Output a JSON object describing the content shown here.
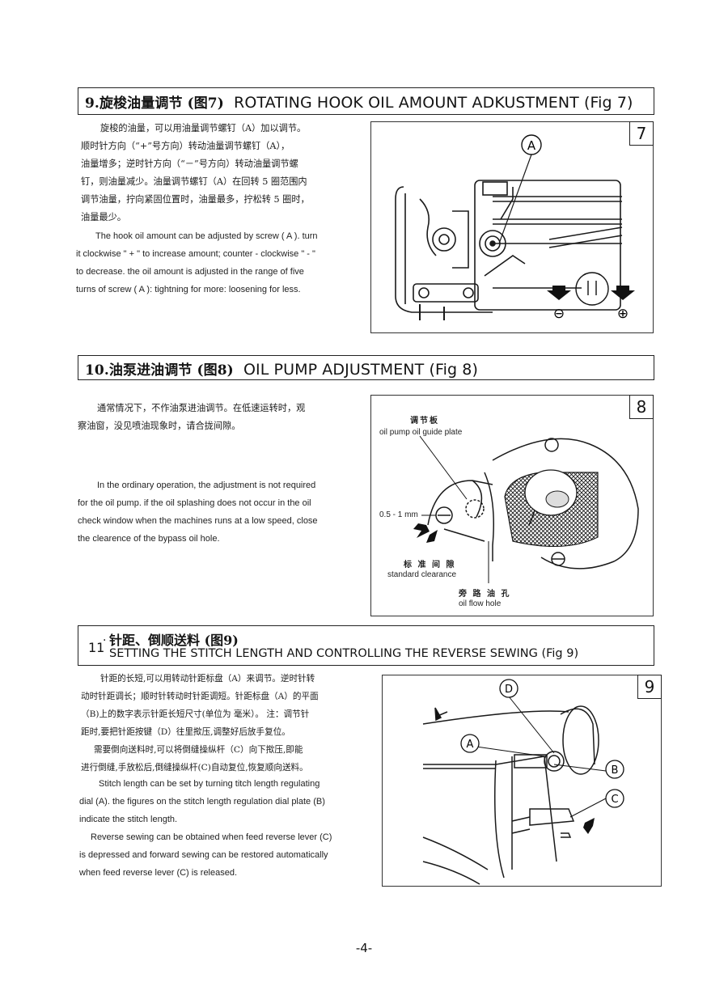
{
  "sections": [
    {
      "cn_title": "9.旋梭油量调节 (图7)",
      "en_title": "ROTATING HOOK OIL AMOUNT ADKUSTMENT (Fig 7)",
      "cn_lines": [
        "旋梭的油量，可以用油量调节螺钉（A）加以调节。",
        "顺时针方向（“+”号方向）转动油量调节螺钉（A），",
        "油量增多；逆时针方向（“－”号方向）转动油量调节螺",
        "钉，则油量减少。油量调节螺钉（A）在回转 5 圈范围内",
        "调节油量，拧向紧固位置时，油量最多，拧松转 5 圈时，",
        "油量最少。"
      ],
      "en_lines": [
        "The hook oil amount can be adjusted by screw ( A ). turn",
        "it clockwise \" + \" to increase amount; counter - clockwise \" - \"",
        "to decrease. the oil amount is adjusted in the range of five",
        "turns of screw ( A ): tightning for more: loosening for less."
      ],
      "figure": {
        "number": "7",
        "callout_a": "A",
        "minus_symbol": "⊖",
        "plus_symbol": "⊕"
      }
    },
    {
      "cn_title": "10.油泵进油调节 (图8)",
      "en_title": "OIL PUMP ADJUSTMENT (Fig 8)",
      "cn_lines": [
        "通常情况下，不作油泵进油调节。在低速运转时，观",
        "察油窗，没见喷油现象时，请合拢间隙。"
      ],
      "en_lines": [
        "In the ordinary operation, the adjustment is not required",
        "for the oil pump. if the oil splashing does not occur in the oil",
        "check window when the machines runs at a low speed, close",
        "the clearence of the bypass oil hole."
      ],
      "figure": {
        "number": "8",
        "guide_plate_cn": "调节板",
        "guide_plate_en": "oil pump oil guide plate",
        "gap_label": "0.5 - 1 mm",
        "clearance_cn": "标 准 间 隙",
        "clearance_en": "standard clearance",
        "hole_cn": "旁 路 油 孔",
        "hole_en": "oil flow hole"
      }
    },
    {
      "number": "11",
      "cn_title": "针距、倒顺送料 (图9)",
      "en_title": "SETTING THE STITCH LENGTH AND CONTROLLING THE REVERSE SEWING (Fig 9)",
      "cn_lines": [
        "针距的长短,可以用转动针距标盘（A）来调节。逆时针转",
        "动时针距调长；顺时针转动时针距调短。针距标盘（A）的平面",
        "（B)上的数字表示针距长短尺寸(单位为 毫米）。 注：调节针",
        "距时,要把针距按键（D）往里揿压,调整好后放手复位。",
        "需要倒向送料时,可以将倒缝操纵杆（C）向下揿压,即能",
        "进行倒缝,手放松后,倒缝操纵杆(C)自动复位,恢复顺向送料。"
      ],
      "en_lines": [
        "Stitch length can be set by turning titch length regulating",
        "dial (A). the figures on the stitch length regulation dial plate (B)",
        "indicate the stitch length.",
        "Reverse sewing can be obtained when feed reverse lever (C)",
        "is depressed and forward sewing can be restored automatically",
        "when feed reverse lever (C) is released."
      ],
      "figure": {
        "number": "9",
        "callout_a": "A",
        "callout_b": "B",
        "callout_c": "C",
        "callout_d": "D"
      }
    }
  ],
  "page_number": "-4-"
}
